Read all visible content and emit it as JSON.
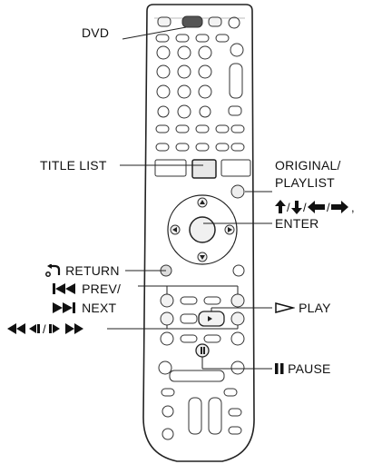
{
  "labels": {
    "dvd": "DVD",
    "title_list": "TITLE LIST",
    "original": "ORIGINAL/",
    "playlist": "PLAYLIST",
    "enter": "ENTER",
    "return": "RETURN",
    "prev": "PREV/",
    "next": "NEXT",
    "play": "PLAY",
    "pause": "PAUSE"
  },
  "icons": {
    "return": "return-arrow-icon",
    "prev": "skip-previous-icon",
    "next": "skip-next-icon",
    "arrows": "arrow-up-down-left-right-icon",
    "scan_slow": "scan-slow-icon",
    "play": "play-triangle-icon",
    "pause": "pause-icon"
  },
  "colors": {
    "line": "#222222",
    "body_fill": "#ffffff",
    "button_fill": "#f2f2f2",
    "button_dark": "#444444"
  }
}
